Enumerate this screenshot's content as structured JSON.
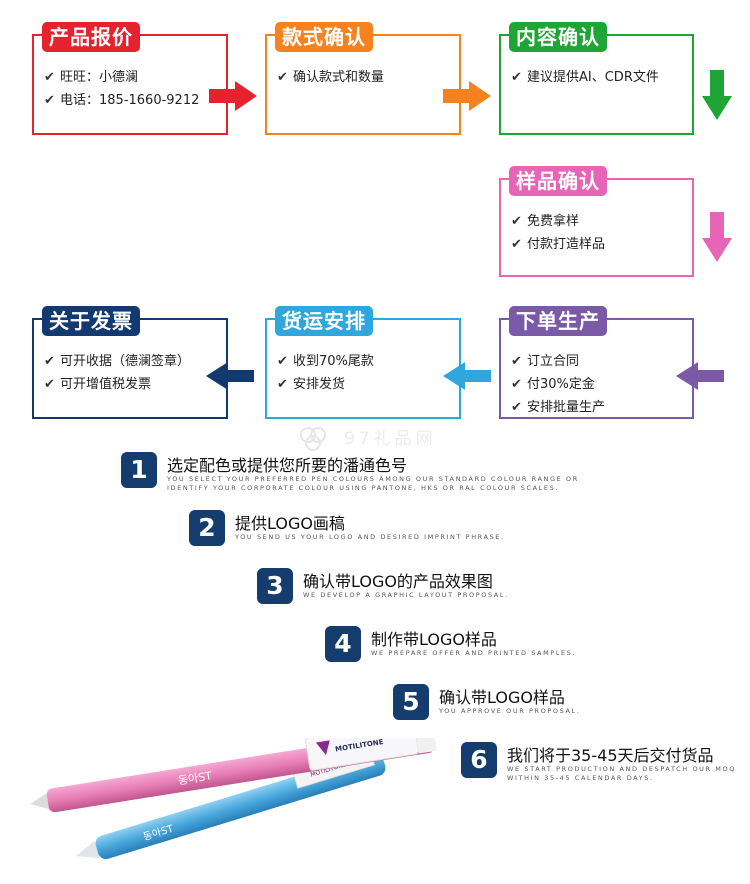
{
  "flow": {
    "quote": {
      "title": "产品报价",
      "items": [
        "旺旺：小德澜",
        "电话：185-1660-9212"
      ],
      "color": "#e5222e"
    },
    "style": {
      "title": "款式确认",
      "items": [
        "确认款式和数量"
      ],
      "color": "#f5821f"
    },
    "content": {
      "title": "内容确认",
      "items": [
        "建议提供AI、CDR文件"
      ],
      "color": "#1fa535"
    },
    "sample": {
      "title": "样品确认",
      "items": [
        "免费拿样",
        "付款打造样品"
      ],
      "color": "#e765b6"
    },
    "production": {
      "title": "下单生产",
      "items": [
        "订立合同",
        "付30%定金",
        "安排批量生产"
      ],
      "color": "#7a5aa6"
    },
    "shipping": {
      "title": "货运安排",
      "items": [
        "收到70%尾款",
        "安排发货"
      ],
      "color": "#2fa7dd"
    },
    "invoice": {
      "title": "关于发票",
      "items": [
        "可开收据（德澜签章）",
        "可开增值税发票"
      ],
      "color": "#123a70"
    }
  },
  "watermark": "97礼品网",
  "steps": [
    {
      "num": "1",
      "title": "选定配色或提供您所要的潘通色号",
      "sub": "YOU SELECT YOUR PREFERRED PEN COLOURS AMONG OUR STANDARD COLOUR RANGE OR\nIDENTIFY YOUR CORPORATE COLOUR USING PANTONE, HKS OR RAL COLOUR SCALES."
    },
    {
      "num": "2",
      "title": "提供LOGO画稿",
      "sub": "YOU SEND US YOUR LOGO AND DESIRED IMPRINT PHRASE."
    },
    {
      "num": "3",
      "title": "确认带LOGO的产品效果图",
      "sub": "WE DEVELOP A GRAPHIC LAYOUT PROPOSAL."
    },
    {
      "num": "4",
      "title": "制作带LOGO样品",
      "sub": "WE PREPARE OFFER AND PRINTED SAMPLES."
    },
    {
      "num": "5",
      "title": "确认带LOGO样品",
      "sub": "YOU APPROVE OUR PROPOSAL."
    },
    {
      "num": "6",
      "title": "我们将于35-45天后交付货品",
      "sub": "WE START PRODUCTION AND DESPATCH OUR MOQ\nWITHIN 35-45 CALENDAR DAYS."
    }
  ],
  "pens": {
    "brand": "동아ST",
    "clip_logo": "MOTILITONE",
    "pink": "#e87fb6",
    "blue": "#4aa8dd"
  }
}
